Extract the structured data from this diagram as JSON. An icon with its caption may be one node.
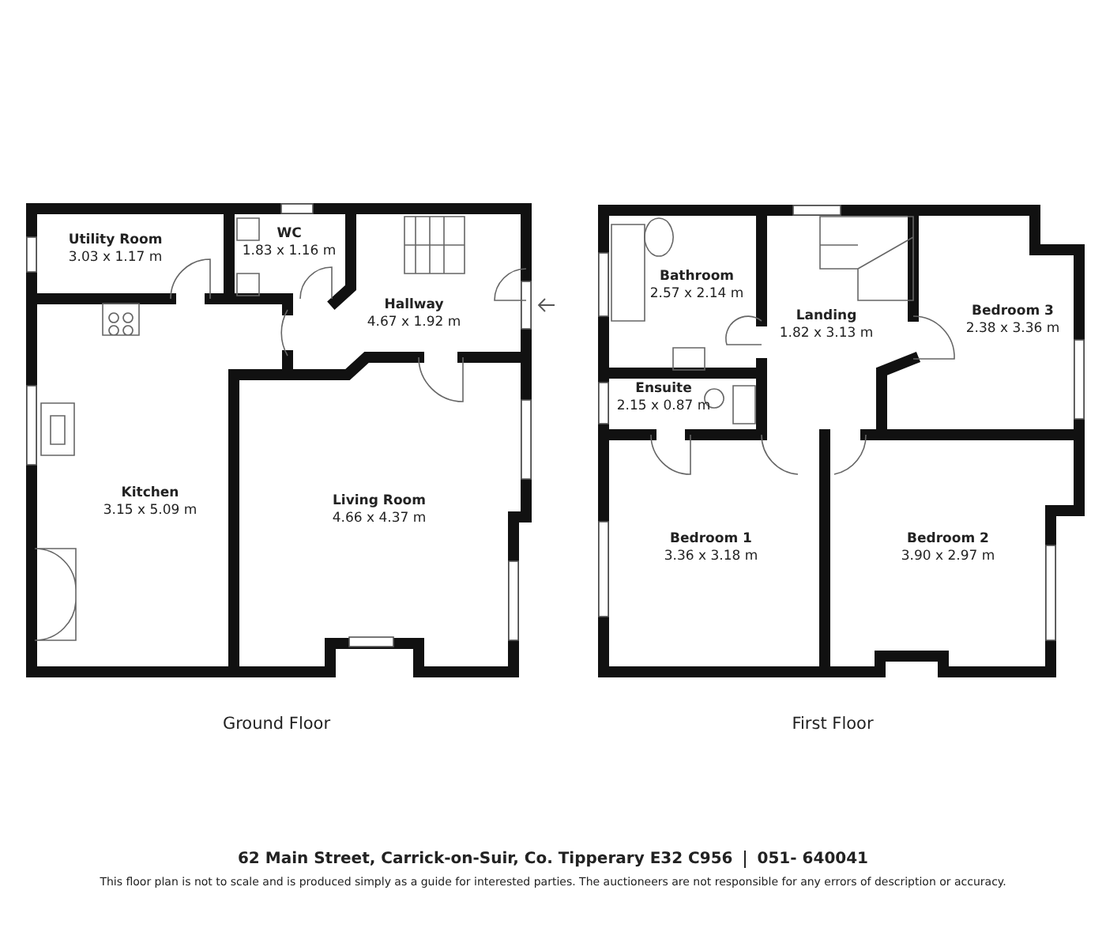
{
  "diagram": {
    "nodes": [
      {
        "text": [
          "Utility Room",
          "3.03 x 1.17 m"
        ]
      },
      {
        "text": [
          "WC",
          "1.83 x 1.16 m"
        ]
      },
      {
        "text": [
          "Hallway",
          "4.67 x 1.92 m"
        ]
      },
      {
        "text": [
          "Kitchen",
          "3.15 x 5.09 m"
        ]
      },
      {
        "text": [
          "Living Room",
          "4.66 x 4.37 m"
        ]
      },
      {
        "text": [
          "Bathroom",
          "2.57 x 2.14 m"
        ]
      },
      {
        "text": [
          "Landing",
          "1.82 x 3.13 m"
        ]
      },
      {
        "text": [
          "Bedroom 3",
          "2.38 x 3.36 m"
        ]
      },
      {
        "text": [
          "Ensuite",
          "2.15 x 0.87 m"
        ]
      },
      {
        "text": [
          "Bedroom 1",
          "3.36 x 3.18 m"
        ]
      },
      {
        "text": [
          "Bedroom 2",
          "3.90 x 2.97 m"
        ]
      }
    ],
    "labels": [
      "Ground Floor",
      "First Floor",
      "62 Main Street, Carrick-on-Suir, Co. Tipperary E32 C956",
      "051- 640041",
      "This floor plan is not to scale and is produced simply as a guide for interested parties. The auctioneers are not responsible for any errors of description or accuracy."
    ]
  }
}
